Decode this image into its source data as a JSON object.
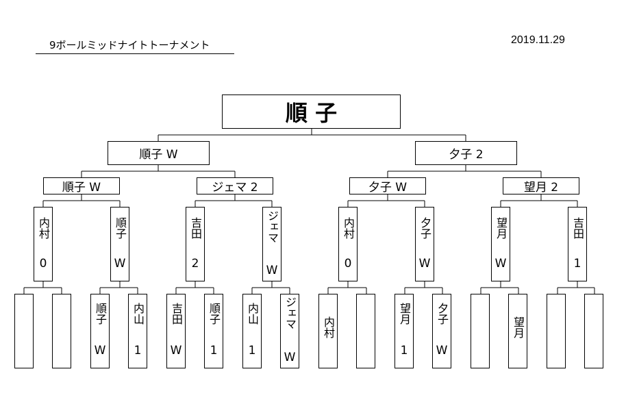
{
  "header": {
    "title": "9ボールミッドナイトトーナメント",
    "date": "2019.11.29"
  },
  "champion": "順 子",
  "semifinal": [
    {
      "label": "順子 W"
    },
    {
      "label": "夕子 2"
    }
  ],
  "quarterfinal": [
    {
      "label": "順子 W"
    },
    {
      "label": "ジェマ 2"
    },
    {
      "label": "夕子 W"
    },
    {
      "label": "望月 2"
    }
  ],
  "round2": [
    {
      "name": "内村",
      "score": "0"
    },
    {
      "name": "順子",
      "score": "W"
    },
    {
      "name": "吉田",
      "score": "2"
    },
    {
      "name": "ジェマ",
      "score": "W"
    },
    {
      "name": "内村",
      "score": "0"
    },
    {
      "name": "夕子",
      "score": "W"
    },
    {
      "name": "望月",
      "score": "W"
    },
    {
      "name": "吉田",
      "score": "1"
    }
  ],
  "round1": [
    {
      "name": "",
      "score": ""
    },
    {
      "name": "",
      "score": ""
    },
    {
      "name": "順子",
      "score": "W"
    },
    {
      "name": "内山",
      "score": "1"
    },
    {
      "name": "吉田",
      "score": "W"
    },
    {
      "name": "順子",
      "score": "1"
    },
    {
      "name": "内山",
      "score": "1"
    },
    {
      "name": "ジェマ",
      "score": "W"
    },
    {
      "name": "内村",
      "score": ""
    },
    {
      "name": "",
      "score": ""
    },
    {
      "name": "望月",
      "score": "1"
    },
    {
      "name": "夕子",
      "score": "W"
    },
    {
      "name": "",
      "score": ""
    },
    {
      "name": "望月",
      "score": ""
    },
    {
      "name": "",
      "score": ""
    },
    {
      "name": "",
      "score": ""
    }
  ]
}
